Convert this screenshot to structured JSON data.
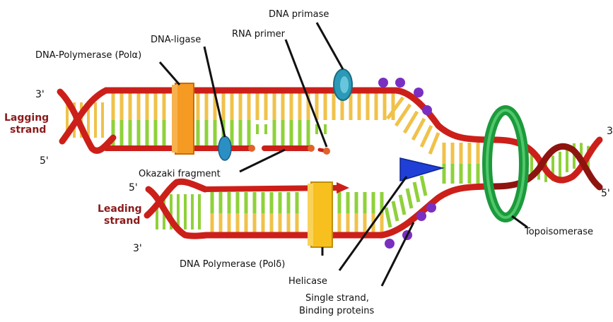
{
  "labels": {
    "dna_primase": "DNA primase",
    "dna_ligase": "DNA-ligase",
    "rna_primer": "RNA primer",
    "dna_polymerase_alpha": "DNA-Polymerase (Polα)",
    "okazaki_fragment": "Okazaki fragment",
    "dna_polymerase_delta": "DNA Polymerase (Polδ)",
    "helicase": "Helicase",
    "single_strand_line1": "Single strand,",
    "single_strand_line2": "Binding proteins",
    "topoisomerase": "Topoisomerase"
  },
  "strands": {
    "lagging_line1": "Lagging",
    "lagging_line2": "strand",
    "leading_line1": "Leading",
    "leading_line2": "strand"
  },
  "ends": {
    "lagging_top": "3'",
    "lagging_bottom": "5'",
    "leading_top": "5'",
    "leading_bottom": "3'",
    "right_top": "3",
    "right_bottom": "5'"
  },
  "colors": {
    "backbone": "#cc1f1a",
    "backbone_dark": "#8e1410",
    "rung_green": "#8fd13a",
    "rung_yellow": "#f0c24a",
    "polymerase_alpha": "#f59a23",
    "polymerase_delta": "#f7c01f",
    "primase": "#2a9ab8",
    "ligase": "#2b8fc4",
    "helicase": "#1f3fd6",
    "ssb_protein": "#7a2fc0",
    "topoisomerase": "#1c9a3c",
    "primer_dot": "#e0632a"
  }
}
